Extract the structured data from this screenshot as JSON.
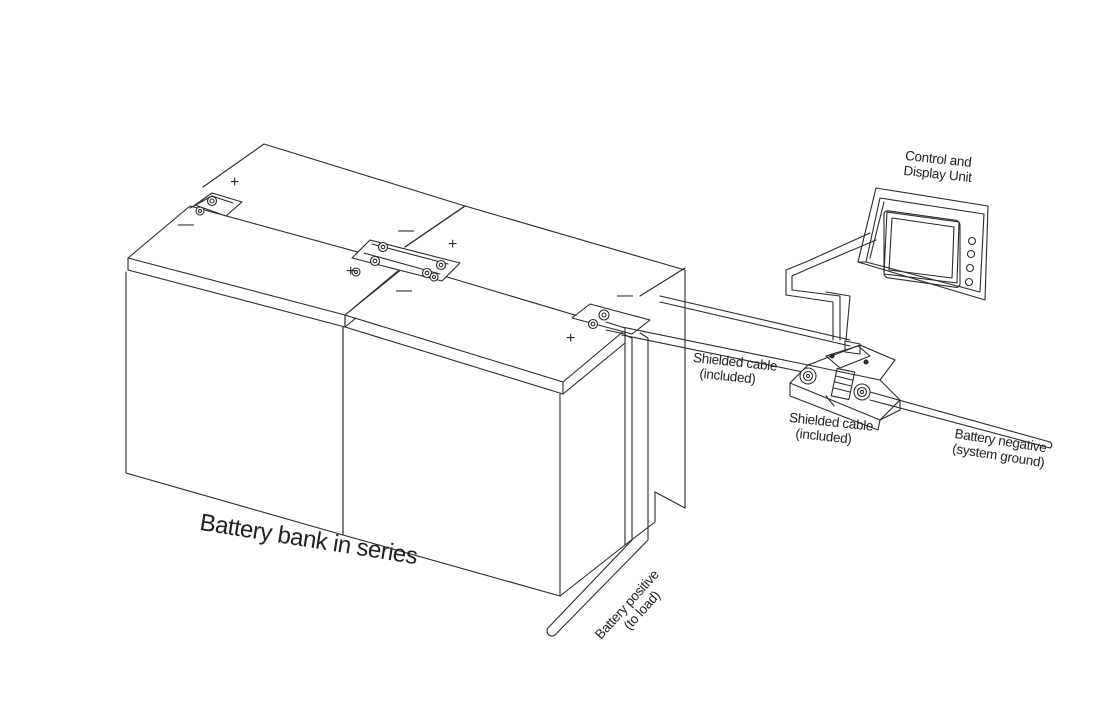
{
  "diagram": {
    "labels": {
      "battery_bank": "Battery bank in series",
      "control_display_line1": "Control and",
      "control_display_line2": "Display Unit",
      "shielded_cable_1_line1": "Shielded cable",
      "shielded_cable_1_line2": "(included)",
      "shielded_cable_2_line1": "Shielded cable",
      "shielded_cable_2_line2": "(included)",
      "battery_negative_line1": "Battery negative",
      "battery_negative_line2": "(system ground)",
      "battery_positive_line1": "Battery positive",
      "battery_positive_line2": "(to load)"
    },
    "terminal_symbols": {
      "plus": "+",
      "minus": "—"
    },
    "colors": {
      "line": "#2b2b2b",
      "background": "#ffffff"
    }
  }
}
